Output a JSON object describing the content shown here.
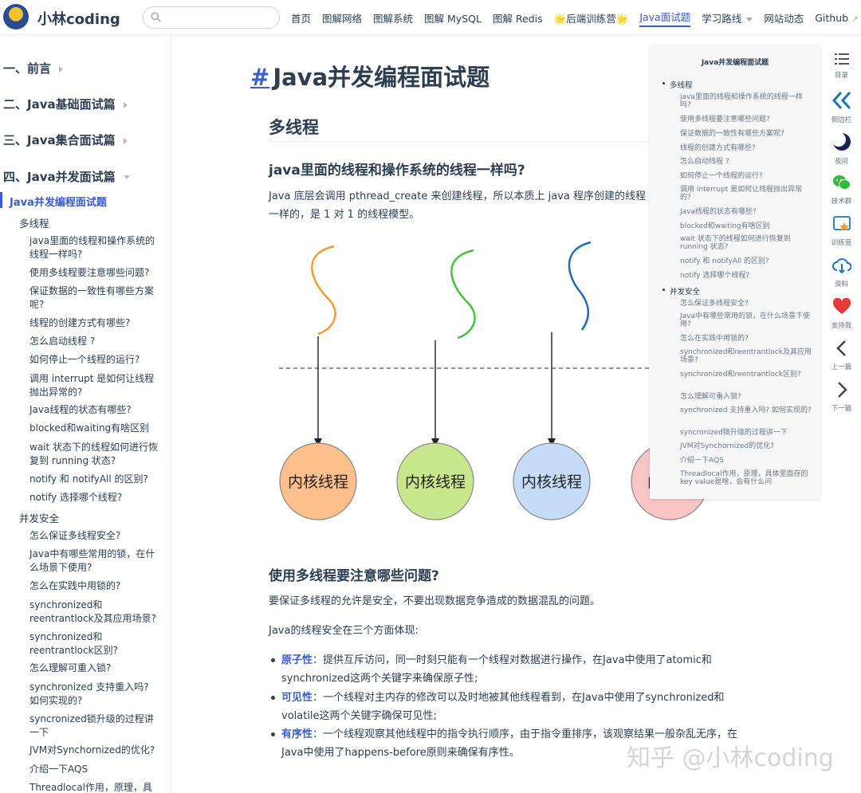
{
  "header": {
    "site_name": "小林coding",
    "search_placeholder": "",
    "nav": [
      {
        "label": "首页"
      },
      {
        "label": "图解网络"
      },
      {
        "label": "图解系统"
      },
      {
        "label": "图解 MySQL"
      },
      {
        "label": "图解 Redis"
      },
      {
        "label": "🌟后端训练营🌟"
      },
      {
        "label": "Java面试题",
        "active": true
      },
      {
        "label": "学习路线",
        "dropdown": true
      },
      {
        "label": "网站动态"
      },
      {
        "label": "Github",
        "external": true
      }
    ]
  },
  "sidebar": {
    "groups": [
      "一、前言",
      "二、Java基础面试篇",
      "三、Java集合面试篇",
      "四、Java并发面试篇"
    ],
    "active_page": "Java并发编程面试题",
    "section1": "多线程",
    "section1_items": [
      "java里面的线程和操作系统的线程一样吗?",
      "使用多线程要注意哪些问题?",
      "保证数据的一致性有哪些方案呢?",
      "线程的创建方式有哪些?",
      "怎么启动线程 ?",
      "如何停止一个线程的运行?",
      "调用 interrupt 是如何让线程抛出异常的?",
      "Java线程的状态有哪些?",
      "blocked和waiting有啥区别",
      "wait 状态下的线程如何进行恢复到 running 状态?",
      "notify 和 notifyAll 的区别?",
      "notify 选择哪个线程?"
    ],
    "section2": "并发安全",
    "section2_items": [
      "怎么保证多线程安全?",
      "Java中有哪些常用的锁，在什么场景下使用?",
      "怎么在实践中用锁的?",
      "synchronized和reentrantlock及其应用场景?",
      "synchronized和reentrantlock区别?",
      "怎么理解可重入锁?",
      "synchronized 支持重入吗? 如何实现的?",
      "syncronized锁升级的过程讲一下",
      "JVM对Synchornized的优化?",
      "介绍一下AQS",
      "Threadlocal作用，原理，具体"
    ]
  },
  "content": {
    "title": "Java并发编程面试题",
    "anchor": "#",
    "h2": "多线程",
    "q1": "java里面的线程和操作系统的线程一样吗?",
    "p1_line1": "Java 底层会调用 pthread_create 来创建线程，所以本质上 java 程序创建的线程",
    "p1_line2": "一样的，是 1 对 1 的线程模型。",
    "diagram_nodes": [
      "内核线程",
      "内核线程",
      "内核线程",
      "内"
    ],
    "diagram_colors": {
      "thread1": "#f39c2c",
      "thread2": "#42c23c",
      "thread3": "#1e6ab4",
      "node1_fill": "#fdc08c",
      "node2_fill": "#c8e68c",
      "node3_fill": "#c4dcf6",
      "node4_fill": "#f8c4c4"
    },
    "q2": "使用多线程要注意哪些问题?",
    "p2": "要保证多线程的允许是安全，不要出现数据竞争造成的数据混乱的问题。",
    "p3": "Java的线程安全在三个方面体现:",
    "bullets": [
      {
        "term": "原子性",
        "line1": "：提供互斥访问，同一时刻只能有一个线程对数据进行操作，在Java中使用了atomic和",
        "line2": "synchronized这两个关键字来确保原子性;"
      },
      {
        "term": "可见性",
        "line1": "：一个线程对主内存的修改可以及时地被其他线程看到，在Java中使用了synchronized和",
        "line2": "volatile这两个关键字确保可见性;"
      },
      {
        "term": "有序性",
        "line1": "：一个线程观察其他线程中的指令执行顺序，由于指令重排序，该观察结果一般杂乱无序，在",
        "line2": "Java中使用了happens-before原则来确保有序性。"
      }
    ],
    "watermark": "知乎 @小林coding"
  },
  "toc": {
    "title": "Java并发编程面试题",
    "sec1": "多线程",
    "sec1_items": [
      "java里面的线程和操作系统的线程一样吗?",
      "使用多线程要注意哪些问题?",
      "保证数据的一致性有哪些方案呢?",
      "线程的创建方式有哪些?",
      "怎么启动线程 ?",
      "如何停止一个线程的运行?",
      "调用 interrupt 是如何让线程抛出异常的?",
      "Java线程的状态有哪些?",
      "blocked和waiting有啥区别",
      "wait 状态下的线程如何进行恢复到running 状态?",
      "notify 和 notifyAll 的区别?",
      "notify 选择哪个线程?"
    ],
    "sec2": "并发安全",
    "sec2_items": [
      "怎么保证多线程安全?",
      "Java中有哪些常用的锁，在什么场景下使用?",
      "怎么在实践中用锁的?",
      "synchronized和reentrantlock及其应用场景?",
      "synchronized和reentrantlock区别?",
      "怎么理解可重入锁?",
      "synchronized 支持重入吗? 如何实现的?",
      "syncronized锁升级的过程讲一下",
      "JVM对Synchornized的优化?",
      "介绍一下AQS",
      "Threadlocal作用，原理，具体里面存的key value是啥，会有什么问"
    ]
  },
  "tools": [
    {
      "label": "目录",
      "icon": "list-icon"
    },
    {
      "label": "侧边栏",
      "icon": "double-chevron-left-icon"
    },
    {
      "label": "夜间",
      "icon": "moon-icon"
    },
    {
      "label": "技术群",
      "icon": "wechat-icon"
    },
    {
      "label": "训练营",
      "icon": "camp-icon"
    },
    {
      "label": "资料",
      "icon": "cloud-download-icon"
    },
    {
      "label": "支持我",
      "icon": "heart-icon"
    },
    {
      "label": "上一篇",
      "icon": "chevron-left-icon"
    },
    {
      "label": "下一篇",
      "icon": "chevron-right-icon"
    }
  ]
}
